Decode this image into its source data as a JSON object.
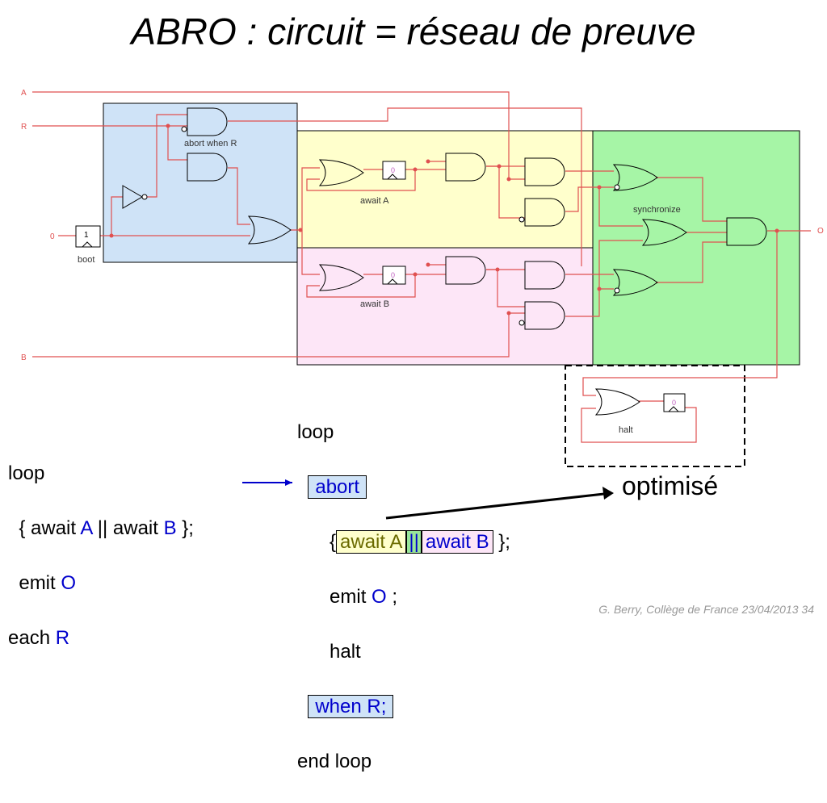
{
  "slide": {
    "title": "ABRO : circuit = réseau de preuve",
    "footer_author": "G. Berry, Collège de France",
    "footer_date": "23/04/2013",
    "footer_page": "34",
    "optimized_label": "optimisé"
  },
  "circuit": {
    "inputs": [
      "A",
      "R",
      "0",
      "B"
    ],
    "output": "O",
    "block_labels": {
      "abort": "abort when R",
      "boot": "boot",
      "await_a": "await A",
      "await_b": "await B",
      "synchronize": "synchronize",
      "halt": "halt"
    },
    "register_values": {
      "boot": "1",
      "await_a": "0",
      "await_b": "0",
      "halt": "0"
    },
    "colors": {
      "wire": "#e05050",
      "abort_region": "#cfe3f7",
      "await_a_region": "#ffffcc",
      "await_b_region": "#fde6f7",
      "sync_region": "#a6f5a6"
    }
  },
  "left_code": {
    "l1": "loop",
    "l2a": "{ await ",
    "l2b": "A",
    "l2c": " || await ",
    "l2d": "B",
    "l2e": " };",
    "l3a": "emit ",
    "l3b": "O",
    "l4a": "each ",
    "l4b": "R"
  },
  "right_code": {
    "loop": "loop",
    "abort": "abort",
    "brace_open": "{",
    "await_a": "await A",
    "par": "||",
    "await_b": "await B",
    "brace_close": "};",
    "emit": "emit ",
    "emit_sig": "O",
    "emit_end": " ;",
    "halt": "halt",
    "when": "when ",
    "when_sig": "R;",
    "end_loop": "end loop"
  }
}
